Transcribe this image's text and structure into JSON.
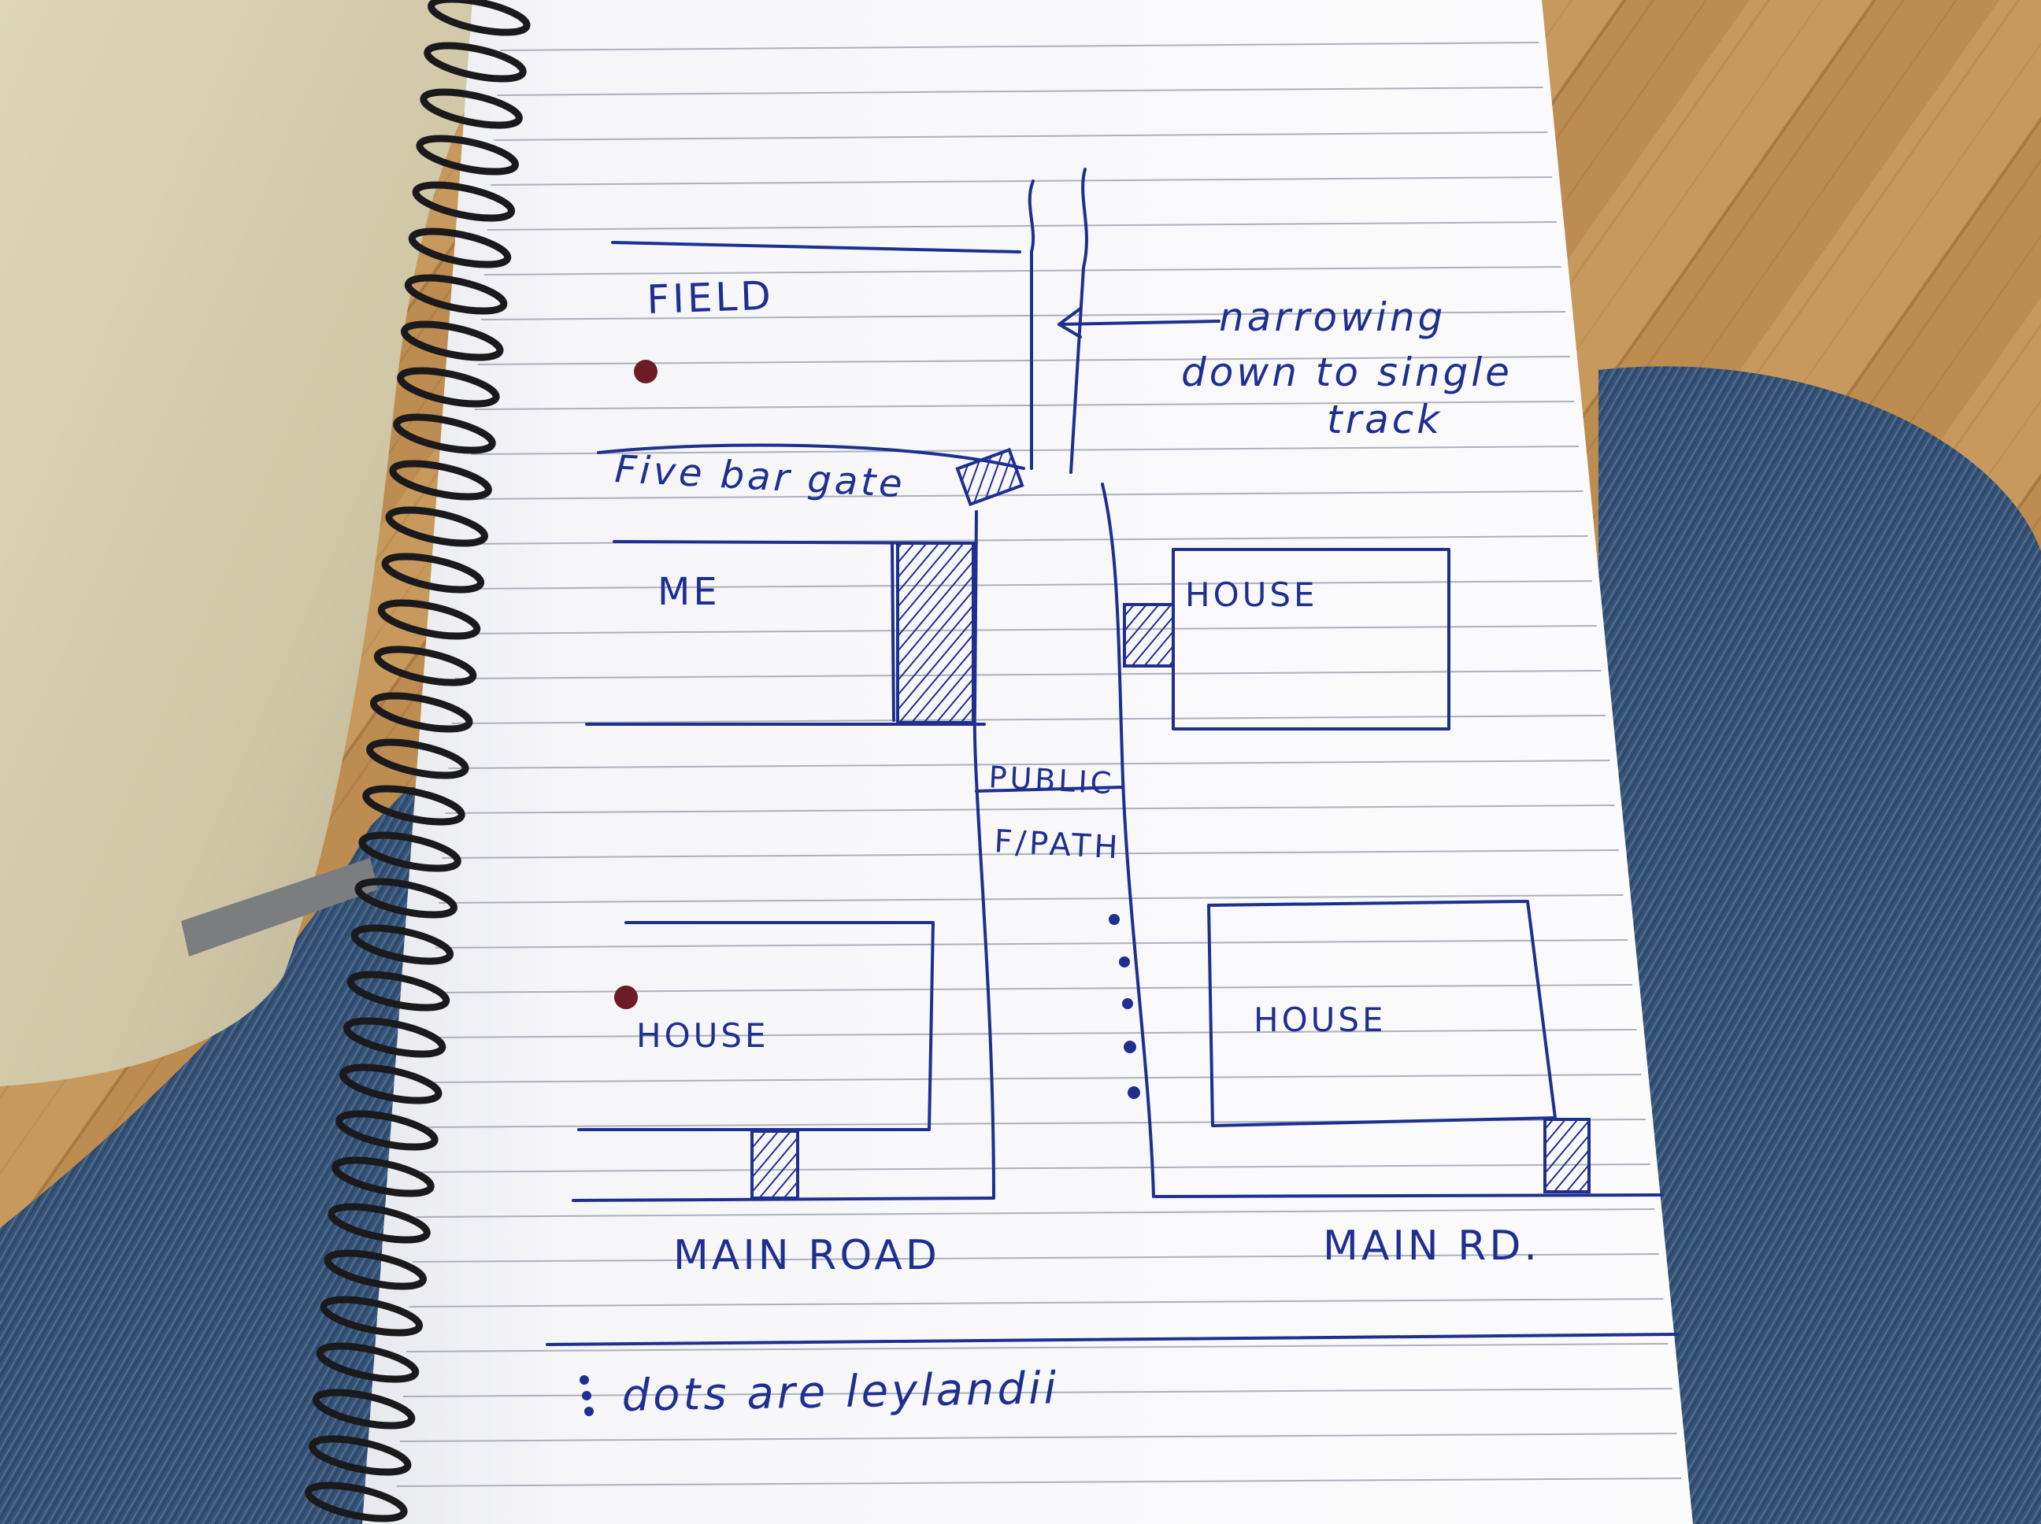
{
  "ink_color": "#1f2f8f",
  "paper_color": "#f7f7f9",
  "rule_color": "#aab0bd",
  "labels": {
    "field": "FIELD",
    "narrowing": [
      "narrowing",
      "down to single",
      "track"
    ],
    "gate": "Five bar gate",
    "me": "ME",
    "house_top_right": "HOUSE",
    "public_path": [
      "PUBLIC",
      "F/PATH"
    ],
    "house_bottom_left": "HOUSE",
    "house_bottom_right": "HOUSE",
    "main_road": "MAIN ROAD",
    "main_rd": "MAIN RD.",
    "legend": "dots are leylandii"
  }
}
